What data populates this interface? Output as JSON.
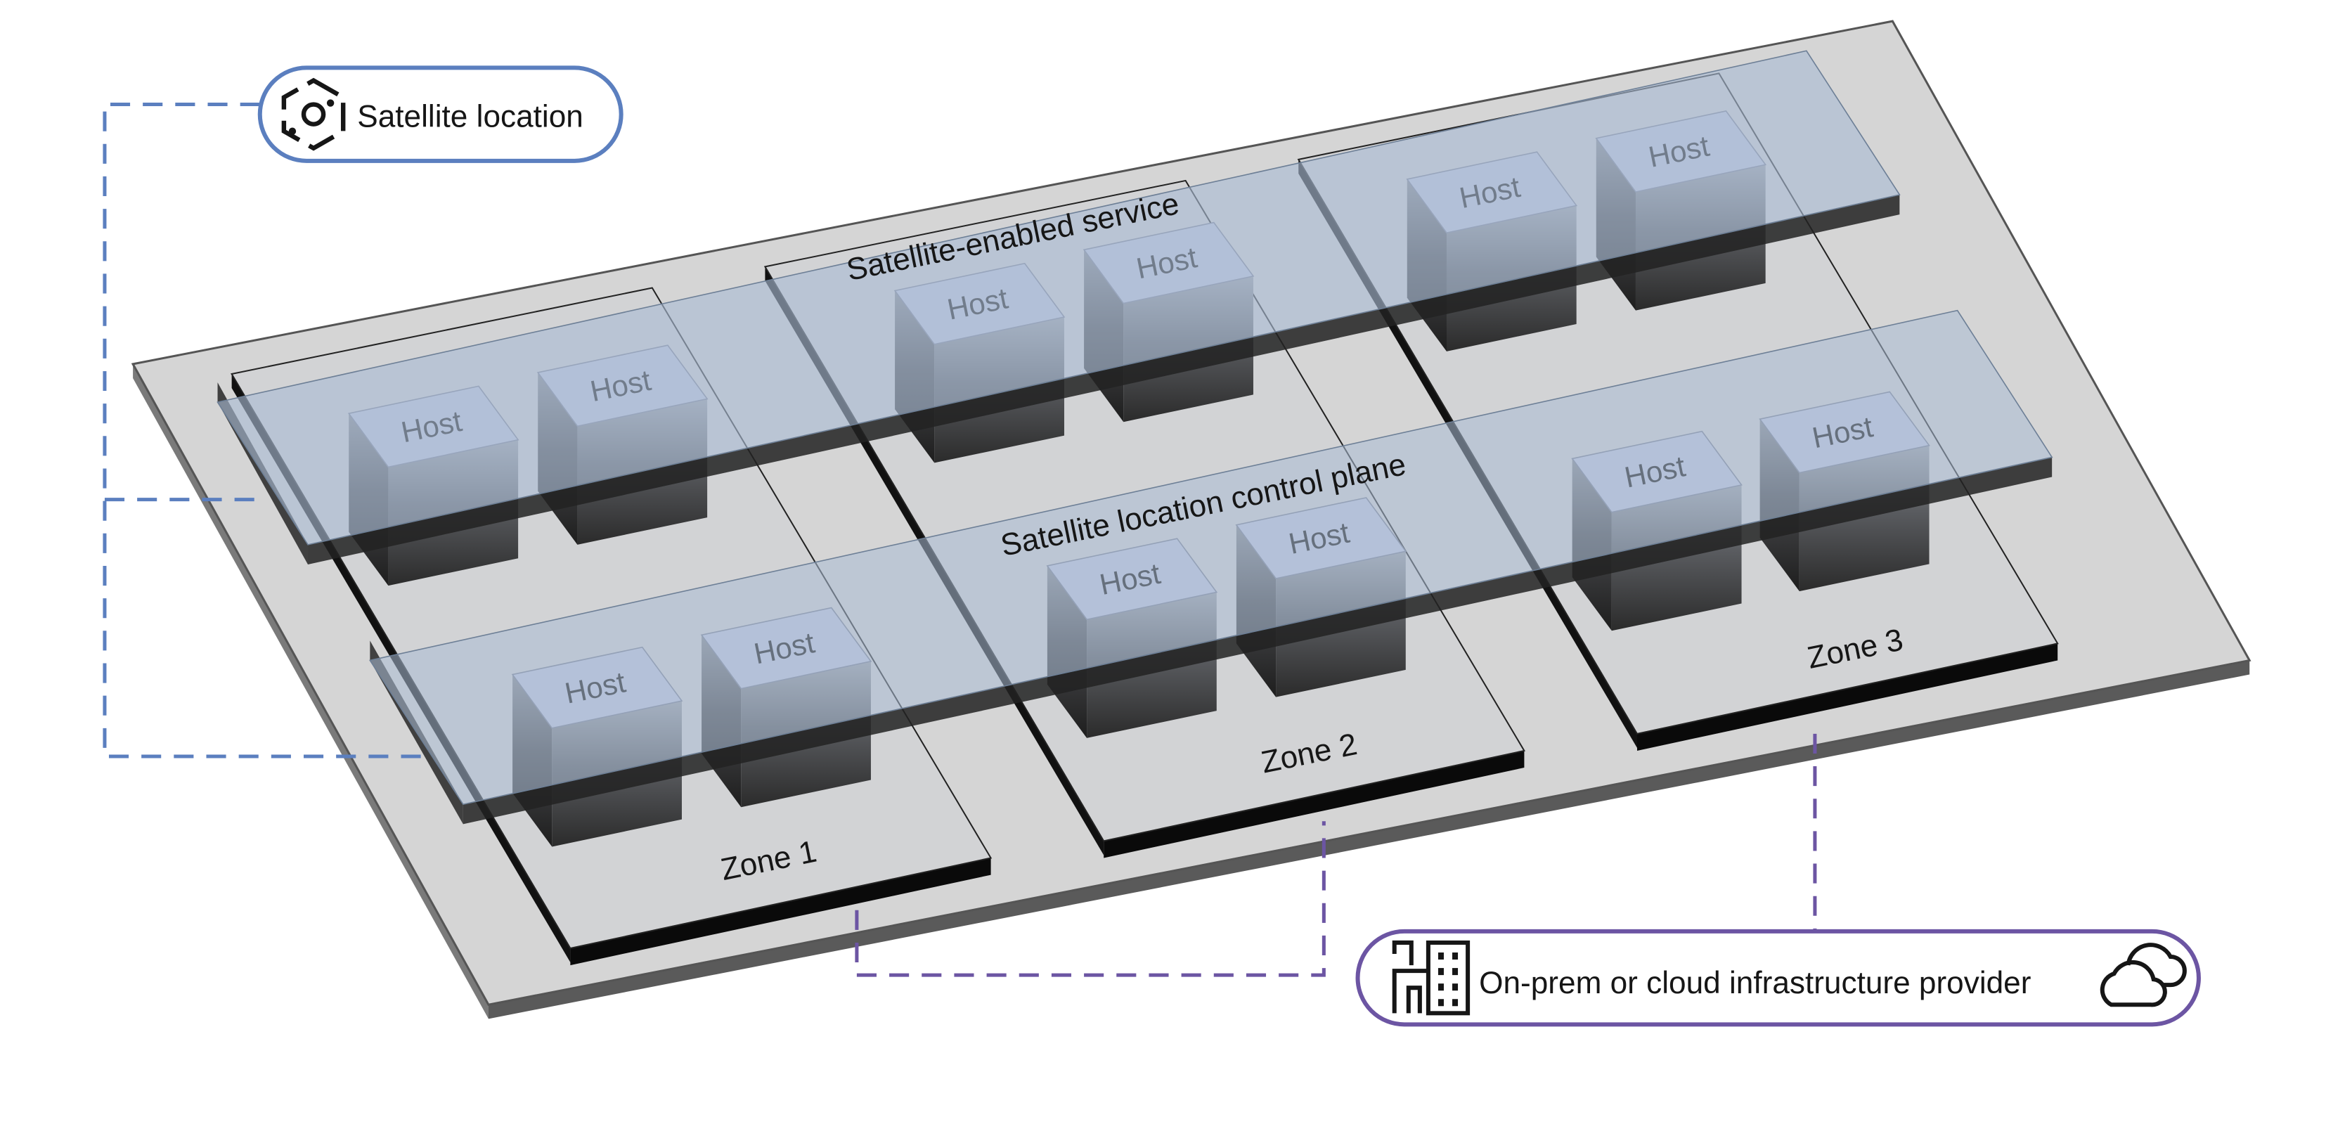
{
  "labels": {
    "satellite_location": "Satellite location",
    "provider": "On-prem or cloud infrastructure provider",
    "service_plane": "Satellite-enabled service",
    "control_plane": "Satellite location control plane",
    "zone_1": "Zone 1",
    "zone_2": "Zone 2",
    "zone_3": "Zone 3",
    "host": "Host"
  },
  "icons": {
    "satellite_location": "satellite-location-icon",
    "provider_building": "building-icon",
    "provider_cloud": "cloud-icon"
  },
  "colors": {
    "satellite_link": "#5b7fbf",
    "provider_link": "#6c55a3",
    "base_plate": "#d5d5d5",
    "plane_fill": "#a9bcd4",
    "host_top": "#c0c8df",
    "host_side": "#2b2b2b"
  }
}
